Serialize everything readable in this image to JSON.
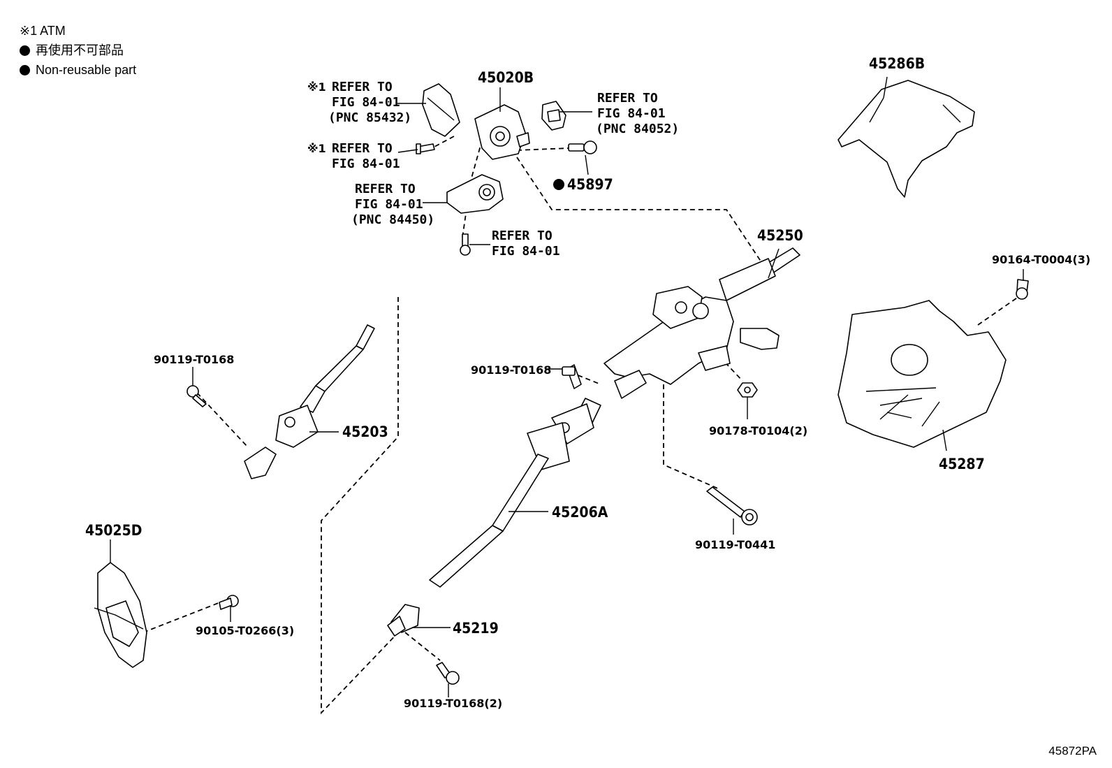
{
  "legend": {
    "atm_note": "※1 ATM",
    "non_reusable_jp": "再使用不可部品",
    "non_reusable_en": "Non-reusable part"
  },
  "parts": {
    "p45020B": "45020B",
    "p45286B": "45286B",
    "p45897": "45897",
    "p45250": "45250",
    "p90164": "90164-T0004(3)",
    "p90119a": "90119-T0168",
    "p45203": "45203",
    "p90119b": "90119-T0168",
    "p90178": "90178-T0104(2)",
    "p45287": "45287",
    "p45206A": "45206A",
    "p90119_0441": "90119-T0441",
    "p45025D": "45025D",
    "p90105": "90105-T0266(3)",
    "p45219": "45219",
    "p90119c": "90119-T0168(2)"
  },
  "refs": {
    "r1_mark": "※1",
    "r1_l1": "REFER TO",
    "r1_l2": "FIG 84-01",
    "r1_l3": "(PNC 85432)",
    "r2_mark": "※1",
    "r2_l1": "REFER TO",
    "r2_l2": "FIG 84-01",
    "r3_l1": "REFER TO",
    "r3_l2": "FIG 84-01",
    "r3_l3": "(PNC 84052)",
    "r4_l1": "REFER TO",
    "r4_l2": "FIG 84-01",
    "r4_l3": "(PNC 84450)",
    "r5_l1": "REFER TO",
    "r5_l2": "FIG 84-01"
  },
  "figure_code": "45872PA"
}
